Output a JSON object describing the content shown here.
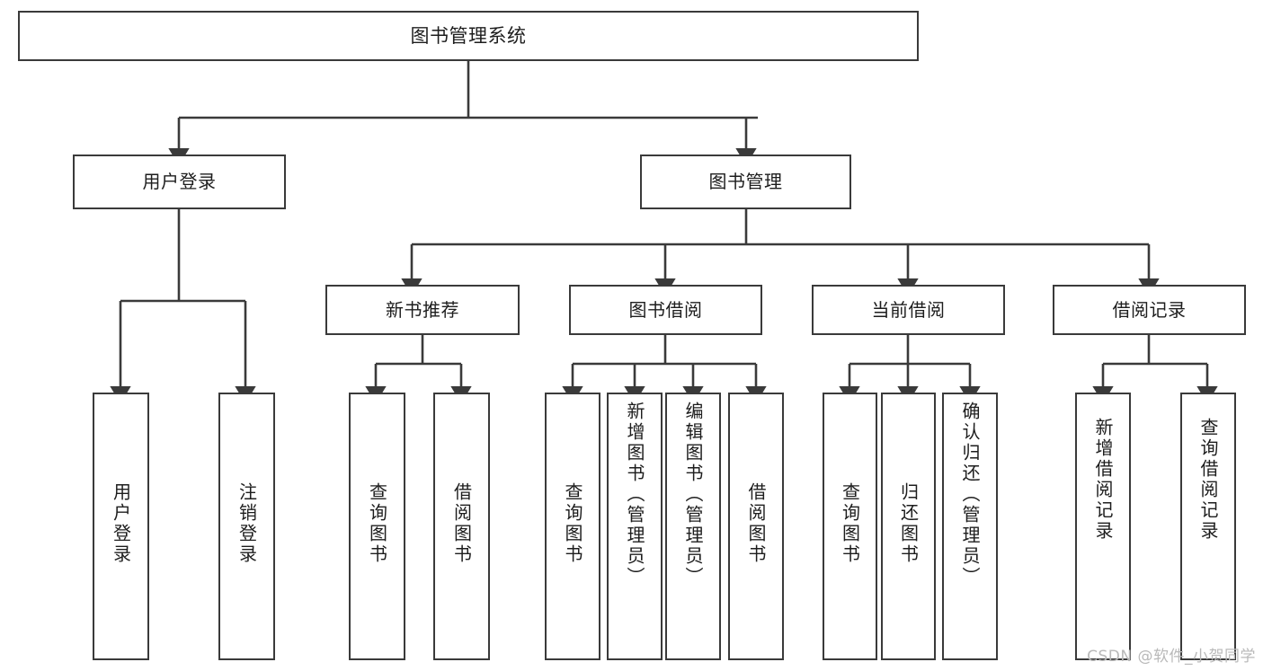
{
  "diagram": {
    "title": "图书管理系统",
    "type": "tree-hierarchy",
    "watermark": "CSDN @软件_小贺同学",
    "colors": {
      "stroke": "#3a3a3a",
      "fill": "#ffffff",
      "text": "#1d1d1d",
      "watermark": "#b9b9b9"
    },
    "root": {
      "label": "图书管理系统"
    },
    "level2": [
      {
        "label": "用户登录"
      },
      {
        "label": "图书管理"
      }
    ],
    "level3": [
      {
        "label": "新书推荐"
      },
      {
        "label": "图书借阅"
      },
      {
        "label": "当前借阅"
      },
      {
        "label": "借阅记录"
      }
    ],
    "leaves": {
      "user_login": [
        {
          "label": "用户登录"
        },
        {
          "label": "注销登录"
        }
      ],
      "new_book_recommend": [
        {
          "label": "查询图书"
        },
        {
          "label": "借阅图书"
        }
      ],
      "book_borrow": [
        {
          "label": "查询图书"
        },
        {
          "label": "新增图书（管理员）"
        },
        {
          "label": "编辑图书（管理员）"
        },
        {
          "label": "借阅图书"
        }
      ],
      "current_borrow": [
        {
          "label": "查询图书"
        },
        {
          "label": "归还图书"
        },
        {
          "label": "确认归还（管理员）"
        }
      ],
      "borrow_record": [
        {
          "label": "新增借阅记录"
        },
        {
          "label": "查询借阅记录"
        }
      ]
    }
  }
}
